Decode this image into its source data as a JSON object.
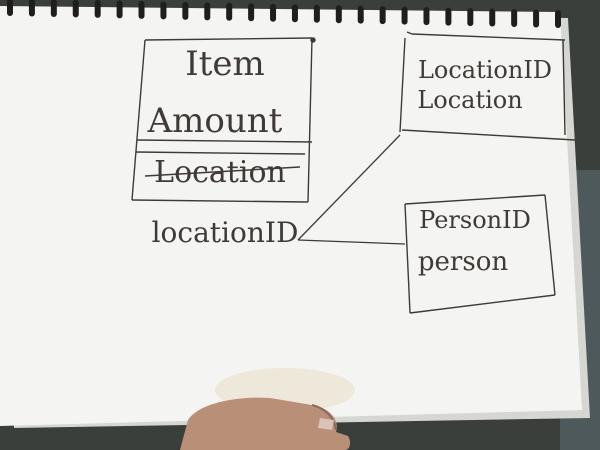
{
  "sketch": {
    "box_item": {
      "line1": "Item",
      "line2": "Amount",
      "line3": "Location"
    },
    "label_location_id": "locationID",
    "box_location": {
      "line1": "LocationID",
      "line2": "Location"
    },
    "box_person": {
      "line1": "PersonID",
      "line2": "person"
    }
  },
  "colors": {
    "paper": "#f4f4f2",
    "ink": "#3f3a36",
    "background": "#3a3f3b",
    "skin": "#b98f78"
  },
  "icons": {
    "spiral_binding": "spiral-binding",
    "hand": "hand"
  }
}
